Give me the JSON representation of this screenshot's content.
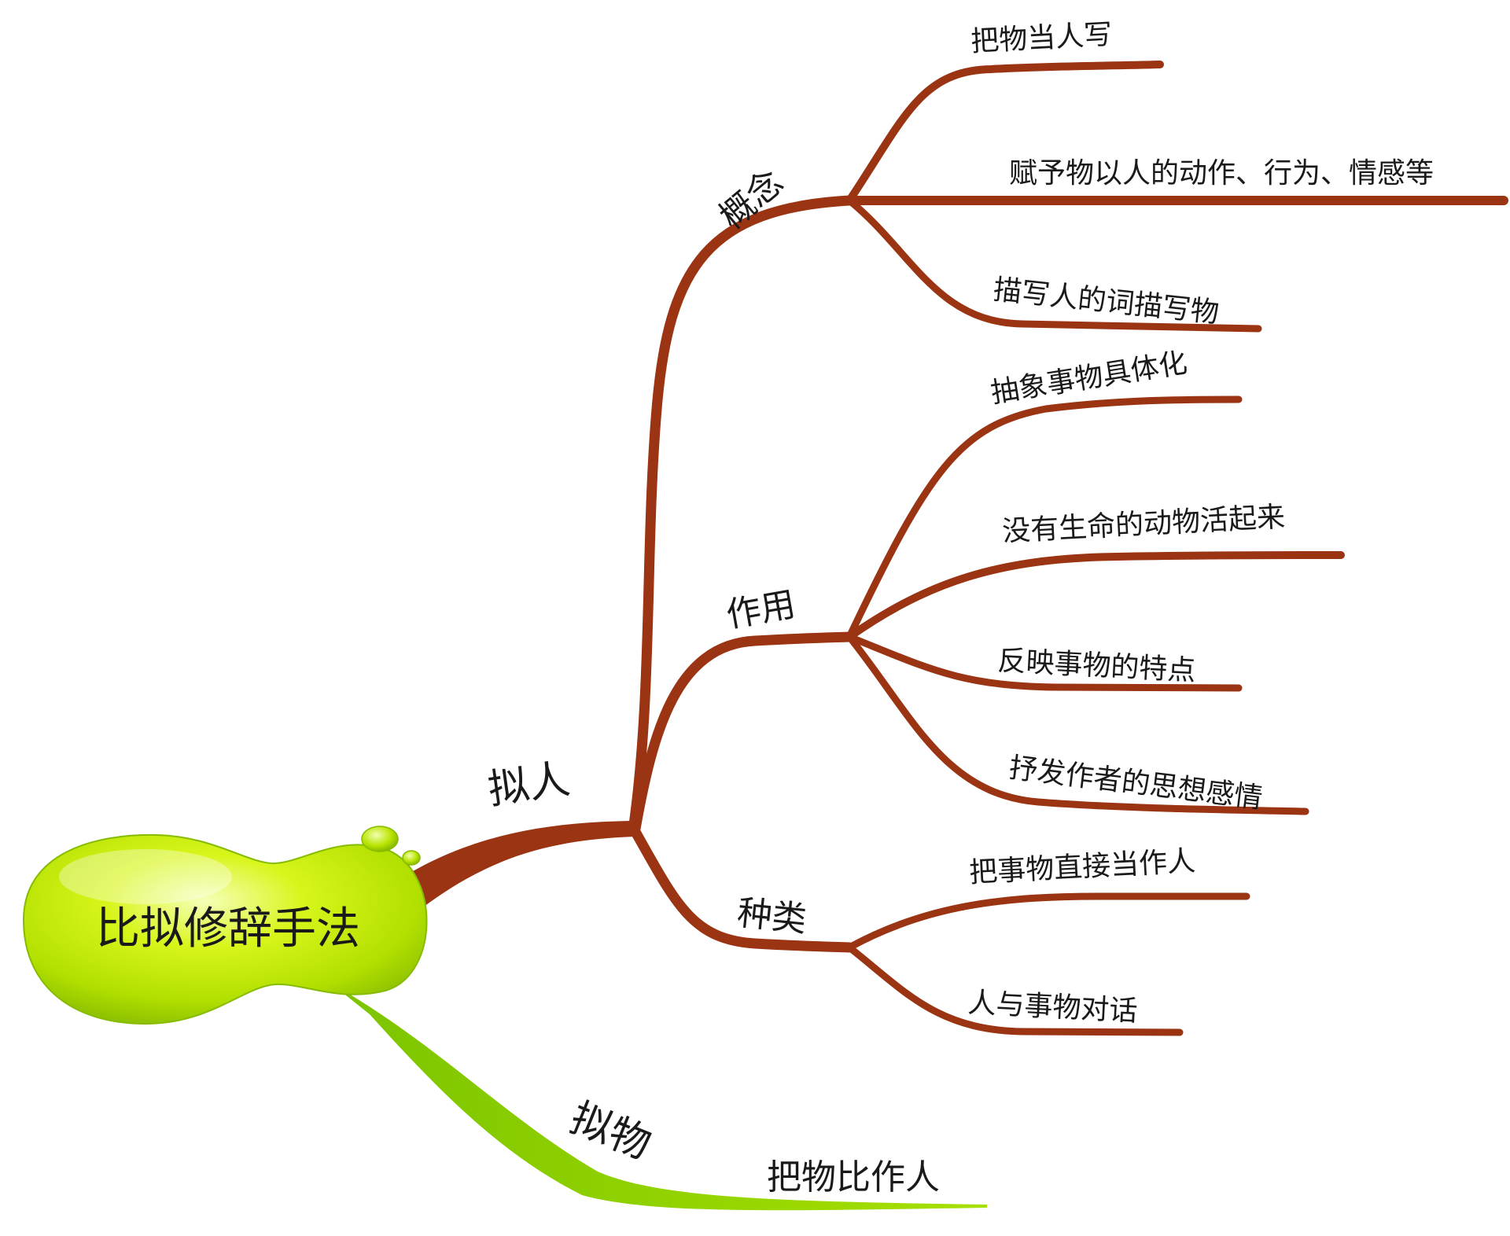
{
  "root": {
    "label": "比拟修辞手法"
  },
  "colors": {
    "personification_branch": "#9a3412",
    "objectification_branch": "#8fd400",
    "root_fill": "#c6f000",
    "root_highlight": "#f2ffc0",
    "root_shadow": "#82b800",
    "text": "#1a1a1a"
  },
  "branches": [
    {
      "label": "拟人",
      "children": [
        {
          "label": "概念",
          "children": [
            {
              "label": "把物当人写"
            },
            {
              "label": "赋予物以人的动作、行为、情感等"
            },
            {
              "label": "描写人的词描写物"
            }
          ]
        },
        {
          "label": "作用",
          "children": [
            {
              "label": "抽象事物具体化"
            },
            {
              "label": "没有生命的动物活起来"
            },
            {
              "label": "反映事物的特点"
            },
            {
              "label": "抒发作者的思想感情"
            }
          ]
        },
        {
          "label": "种类",
          "children": [
            {
              "label": "把事物直接当作人"
            },
            {
              "label": "人与事物对话"
            }
          ]
        }
      ]
    },
    {
      "label": "拟物",
      "children": [
        {
          "label": "把物比作人"
        }
      ]
    }
  ]
}
